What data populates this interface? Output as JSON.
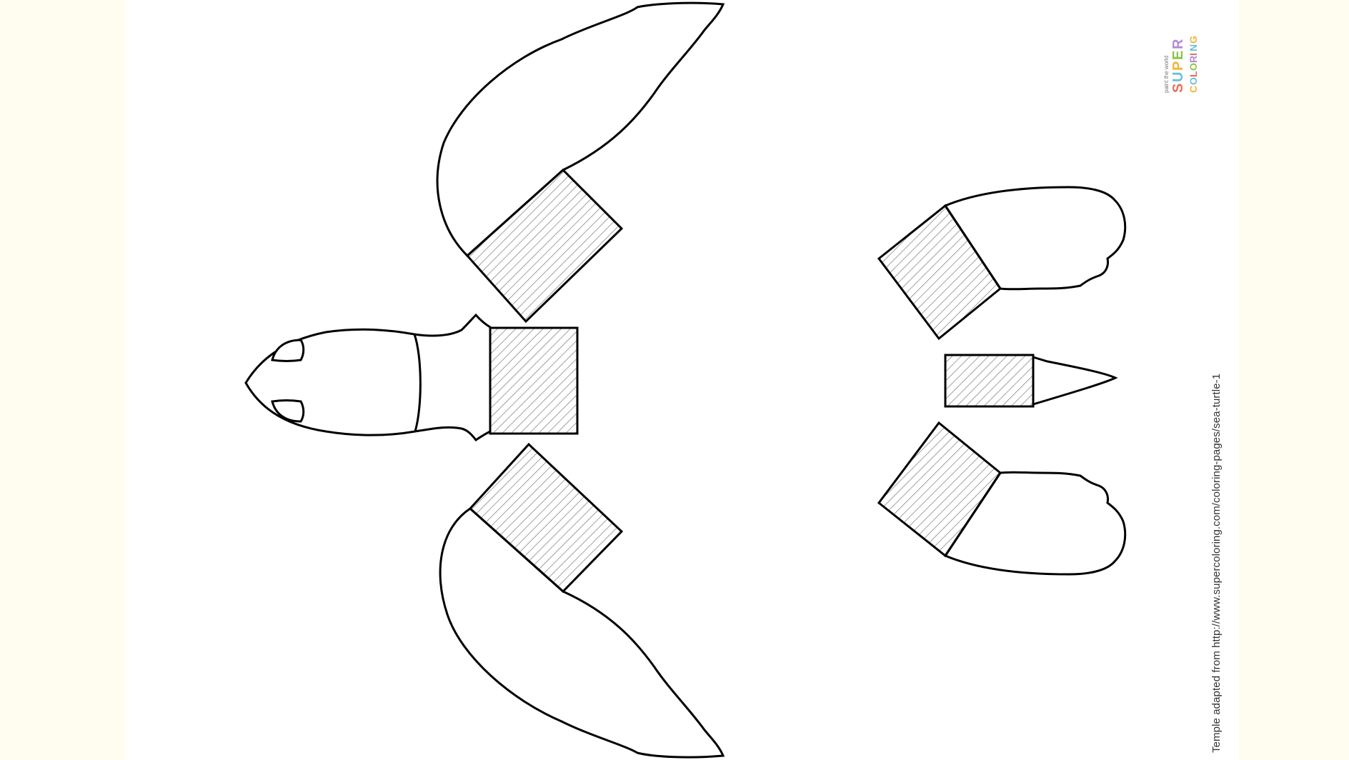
{
  "credit": {
    "text": "Temple adapted from http://www.supercoloring.com/coloring-pages/sea-turtle-1"
  },
  "logo": {
    "icon": "supercoloring-logo",
    "text": "paint the world SUPER COLORING",
    "colors": [
      "#e86f5a",
      "#6cc0d8",
      "#f2b53a",
      "#8bc34a",
      "#b48ad6"
    ]
  },
  "template": {
    "subject": "sea turtle cut-out template",
    "outline_color": "#000000",
    "hatch_color": "#7a7a7a",
    "background": "#ffffff",
    "margin_color": "#fffdf0"
  }
}
